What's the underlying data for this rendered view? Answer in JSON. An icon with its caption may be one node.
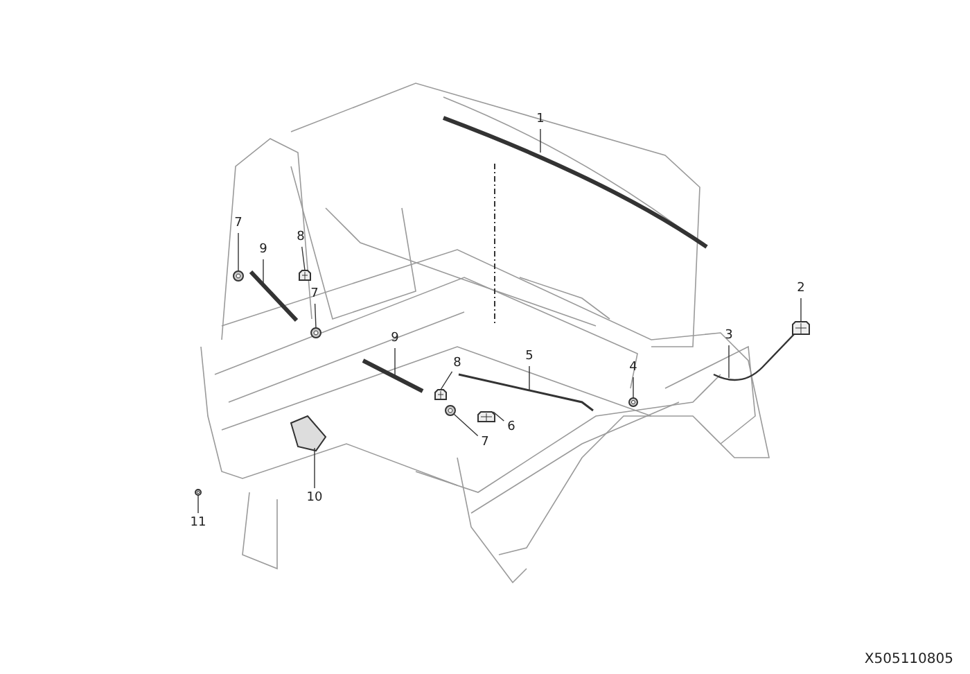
{
  "diagram": {
    "nodes": [
      {
        "text": [
          "1"
        ]
      },
      {
        "text": [
          "2"
        ]
      },
      {
        "text": [
          "3"
        ]
      },
      {
        "text": [
          "4"
        ]
      },
      {
        "text": [
          "5"
        ]
      },
      {
        "text": [
          "6"
        ]
      },
      {
        "text": [
          "7"
        ]
      },
      {
        "text": [
          "7"
        ]
      },
      {
        "text": [
          "7"
        ]
      },
      {
        "text": [
          "8"
        ]
      },
      {
        "text": [
          "8"
        ]
      },
      {
        "text": [
          "9"
        ]
      },
      {
        "text": [
          "9"
        ]
      },
      {
        "text": [
          "10"
        ]
      },
      {
        "text": [
          "11"
        ]
      },
      {
        "text": [],
        "shape": "picture"
      },
      {
        "text": [],
        "shape": "picture"
      },
      {
        "text": [],
        "shape": "picture"
      },
      {
        "text": [],
        "shape": "picture"
      },
      {
        "text": [],
        "shape": "picture"
      },
      {
        "text": [],
        "shape": "picture"
      },
      {
        "text": [],
        "shape": "picture"
      },
      {
        "text": [],
        "shape": "picture"
      },
      {
        "text": [],
        "shape": "picture"
      },
      {
        "text": [],
        "shape": "picture"
      },
      {
        "text": [],
        "shape": "picture"
      },
      {
        "text": [],
        "shape": "picture"
      },
      {
        "text": [],
        "shape": "picture"
      },
      {
        "text": [],
        "shape": "picture"
      },
      {
        "text": [],
        "shape": "picture"
      }
    ],
    "edges": [
      {
        "from": 0,
        "to": 26,
        "arrow": "none"
      },
      {
        "from": 1,
        "to": 29,
        "arrow": "none"
      },
      {
        "from": 2,
        "to": 28,
        "arrow": "none"
      },
      {
        "from": 3,
        "to": 27,
        "arrow": "none"
      },
      {
        "from": 4,
        "to": 25,
        "arrow": "none"
      },
      {
        "from": 5,
        "to": 24,
        "arrow": "none"
      },
      {
        "from": 6,
        "to": 16,
        "arrow": "none"
      },
      {
        "from": 7,
        "to": 20,
        "arrow": "none"
      },
      {
        "from": 8,
        "to": 23,
        "arrow": "none"
      },
      {
        "from": 9,
        "to": 18,
        "arrow": "none"
      },
      {
        "from": 10,
        "to": 22,
        "arrow": "none"
      },
      {
        "from": 11,
        "to": 17,
        "arrow": "none"
      },
      {
        "from": 12,
        "to": 21,
        "arrow": "none"
      },
      {
        "from": 13,
        "to": 19,
        "arrow": "none"
      },
      {
        "from": 14,
        "to": 15,
        "arrow": "none"
      }
    ],
    "labels": [
      "X505110805"
    ]
  }
}
